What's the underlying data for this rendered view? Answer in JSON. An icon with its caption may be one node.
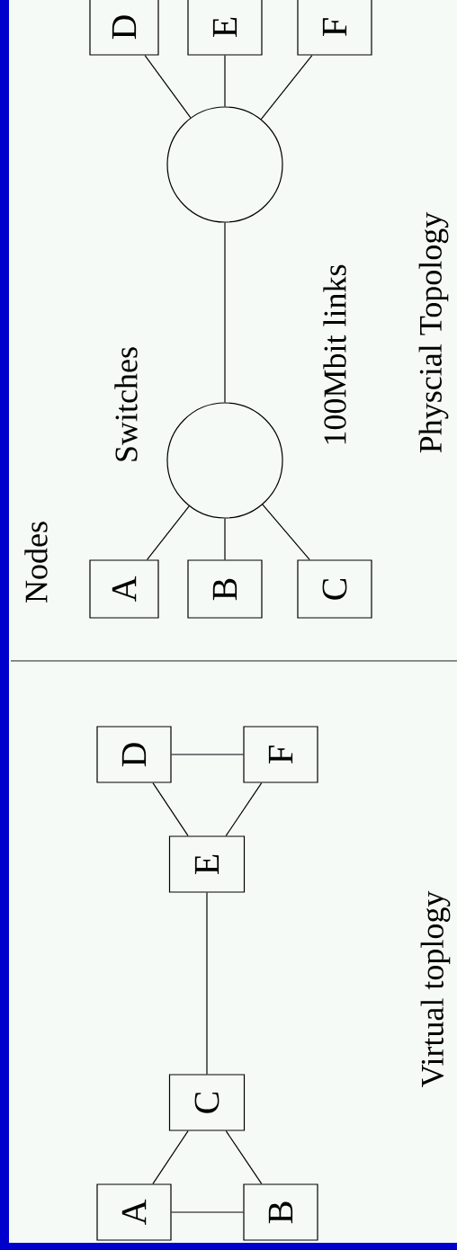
{
  "diagram": {
    "nodes": [
      {
        "text": [
          "A"
        ]
      },
      {
        "text": [
          "B"
        ]
      },
      {
        "text": [
          "C"
        ]
      },
      {
        "text": [],
        "shape": "circle"
      },
      {
        "text": [],
        "shape": "circle"
      },
      {
        "text": [
          "D"
        ]
      },
      {
        "text": [
          "E"
        ]
      },
      {
        "text": [
          "F"
        ]
      },
      {
        "text": [
          "A"
        ]
      },
      {
        "text": [
          "B"
        ]
      },
      {
        "text": [
          "C"
        ]
      },
      {
        "text": [
          "E"
        ]
      },
      {
        "text": [
          "D"
        ]
      },
      {
        "text": [
          "F"
        ]
      }
    ],
    "edges": [
      {
        "from": 0,
        "to": 4,
        "arrow": "none"
      },
      {
        "from": 1,
        "to": 4,
        "arrow": "none"
      },
      {
        "from": 2,
        "to": 4,
        "arrow": "none"
      },
      {
        "from": 4,
        "to": 3,
        "arrow": "none"
      },
      {
        "from": 3,
        "to": 5,
        "arrow": "none"
      },
      {
        "from": 3,
        "to": 6,
        "arrow": "none"
      },
      {
        "from": 3,
        "to": 7,
        "arrow": "none"
      },
      {
        "from": 8,
        "to": 9,
        "arrow": "none"
      },
      {
        "from": 8,
        "to": 10,
        "arrow": "none"
      },
      {
        "from": 9,
        "to": 10,
        "arrow": "none"
      },
      {
        "from": 10,
        "to": 11,
        "arrow": "none"
      },
      {
        "from": 11,
        "to": 12,
        "arrow": "none"
      },
      {
        "from": 11,
        "to": 13,
        "arrow": "none"
      },
      {
        "from": 12,
        "to": 13,
        "arrow": "none"
      }
    ],
    "labels": [
      "Nodes",
      "Switches",
      "100Mbit links",
      "Physcial Topology",
      "Virtual toplogy"
    ]
  }
}
